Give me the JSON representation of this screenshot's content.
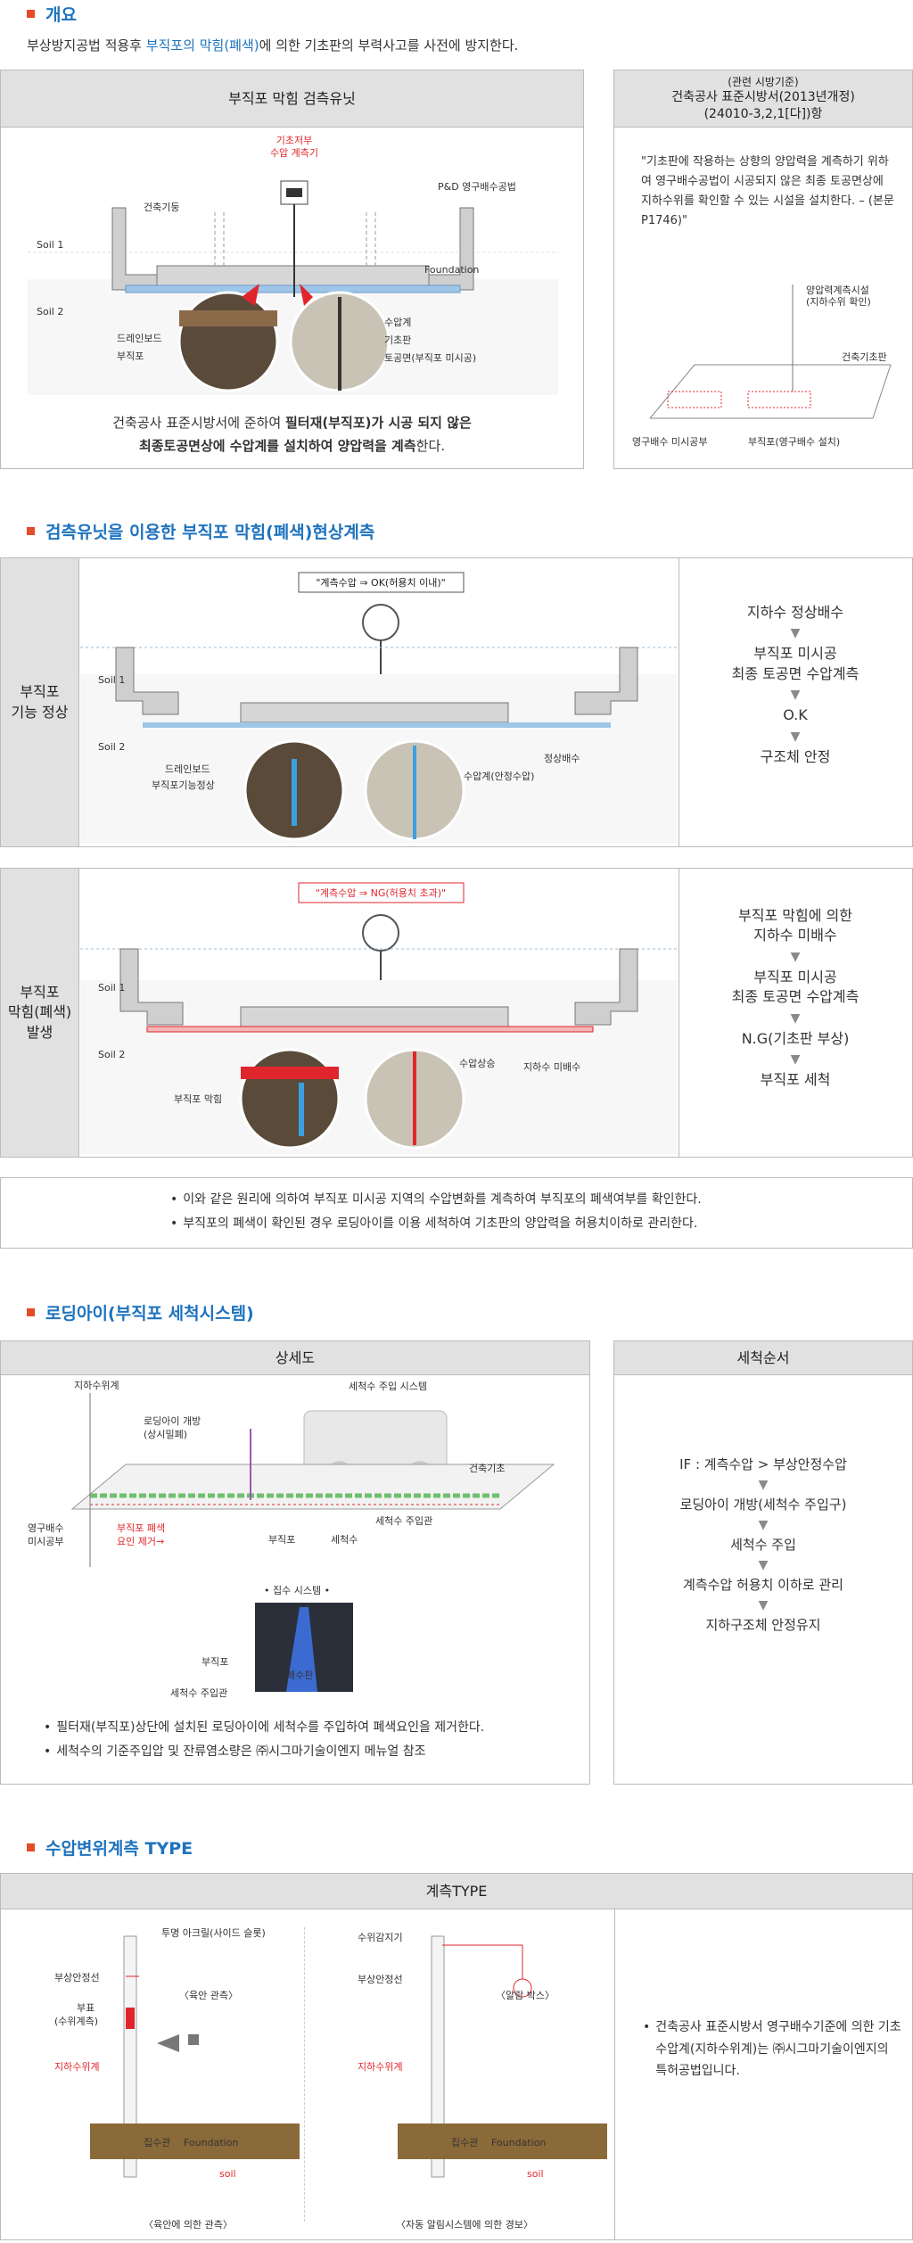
{
  "overview": {
    "title": "개요",
    "intro_prefix": "부상방지공법 적용후 ",
    "intro_highlight": "부직포의 막힘(폐색)",
    "intro_suffix": "에 의한 기초판의 부력사고를 사전에 방지한다.",
    "left_header": "부직포 막힘 검측유닛",
    "diagram_labels": {
      "gauge_line1": "기초저부",
      "gauge_line2": "수압 계측기",
      "column": "건축기둥",
      "pd_method": "P&D 영구배수공법",
      "soil1": "Soil 1",
      "soil2": "Soil 2",
      "foundation": "Foundation",
      "drain_board": "드레인보드",
      "nonwoven": "부직포",
      "piezometer": "수압계",
      "base_slab": "기초판",
      "soil_surface": "토공면(부직포 미시공)"
    },
    "caption_line1_pre": "건축공사 표준시방서에 준하여 ",
    "caption_line1_bold": "필터재(부직포)가 시공 되지 않은",
    "caption_line2_bold": "최종토공면상에 수압계를 설치하여 양압력을 계측",
    "caption_line2_post": "한다.",
    "right_header_line1": "(관련 시방기준)",
    "right_header_line2": "건축공사 표준시방서(2013년개정)",
    "right_header_line3": "(24010-3,2,1[다])항",
    "quote": "\"기초판에 작용하는 상향의 양압력을 계측하기 위하여 영구배수공법이 시공되지 않은 최종 토공면상에 지하수위를 확인할 수 있는 시설을 설치한다. – (본문 P1746)\"",
    "right_labels": {
      "pressure_facility_line1": "양압력계측시설",
      "pressure_facility_line2": "(지하수위 확인)",
      "base_slab": "건축기초판",
      "unbuilt": "영구배수 미시공부",
      "nonwoven": "부직포(영구배수 설치)"
    }
  },
  "measurement": {
    "title": "검측유닛을 이용한 부직포 막힘(폐색)현상계측",
    "normal": {
      "label_line1": "부직포",
      "label_line2": "기능 정상",
      "banner": "\"계측수압 ⇒ OK(허용치 이내)\"",
      "labels": {
        "soil1": "Soil 1",
        "soil2": "Soil 2",
        "drain_board": "드레인보드",
        "nonwoven_ok": "부직포기능정상",
        "piezometer_ok": "수압계(안정수압)",
        "normal_drain": "정상배수"
      },
      "flow": [
        "지하수 정상배수",
        "부직포 미시공\n최종 토공면 수압계측",
        "O.K",
        "구조체 안정"
      ]
    },
    "clogged": {
      "label_line1": "부직포",
      "label_line2": "막힘(폐색)",
      "label_line3": "발생",
      "banner": "\"계측수압 ⇒ NG(허용치 초과)\"",
      "labels": {
        "soil1": "Soil 1",
        "soil2": "Soil 2",
        "nonwoven_clog": "부직포 막힘",
        "pressure_rise": "수압상승",
        "no_drain": "지하수 미배수"
      },
      "flow": [
        "부직포 막힘에 의한\n지하수 미배수",
        "부직포 미시공\n최종 토공면 수압계측",
        "N.G(기초판 부상)",
        "부직포 세척"
      ]
    },
    "notes": [
      "이와 같은 원리에 의하여 부직포 미시공 지역의 수압변화를 계측하여 부직포의 폐색여부를 확인한다.",
      "부직포의 폐색이 확인된 경우 로딩아이를 이용 세척하여 기초판의 양압력을 허용치이하로 관리한다."
    ]
  },
  "loading_eye": {
    "title": "로딩아이(부직포 세척시스템)",
    "detail_header": "상세도",
    "order_header": "세척순서",
    "labels": {
      "water_level_gauge": "지하수위계",
      "wash_system": "세척수 주입 시스템",
      "eye_open_line1": "로딩아이 개방",
      "eye_open_line2": "(상시밀폐)",
      "base": "건축기초",
      "unbuilt_line1": "영구배수",
      "unbuilt_line2": "미시공부",
      "clog_remove_line1": "부직포 폐색",
      "clog_remove_line2": "요인 제거→",
      "nonwoven": "부직포",
      "wash_water": "세척수",
      "wash_pipe": "세척수 주입관",
      "collect_system": "• 집수 시스템 •",
      "nonwoven2": "부직포",
      "drain_plate": "배수판",
      "wash_pipe2": "세척수 주입관"
    },
    "notes": [
      "필터재(부직포)상단에 설치된 로딩아이에 세척수를 주입하여 폐색요인을 제거한다.",
      "세척수의 기준주입압 및 잔류염소량은 ㈜시그마기술이엔지 메뉴얼 참조"
    ],
    "order_flow": [
      "IF : 계측수압 > 부상안정수압",
      "로딩아이 개방(세척수 주입구)",
      "세척수 주입",
      "계측수압 허용치 이하로 관리",
      "지하구조체 안정유지"
    ]
  },
  "type": {
    "title": "수압변위계측 TYPE",
    "header": "계측TYPE",
    "left": {
      "acrylic": "투명 아크릴(사이드 슬롯)",
      "stable_line": "부상안정선",
      "float_line1": "부표",
      "float_line2": "(수위계측)",
      "water_level": "지하수위계",
      "box_label": "〈육안 관측〉",
      "pipe_label": "집수관",
      "foundation": "Foundation",
      "soil": "soil",
      "caption": "〈육안에 의한 관측〉"
    },
    "right": {
      "sensor": "수위감지기",
      "stable_line": "부상안정선",
      "water_level": "지하수위계",
      "box_label": "〈알람 박스〉",
      "pipe_label": "집수관",
      "foundation": "Foundation",
      "soil": "soil",
      "caption": "〈자동 알림시스템에 의한 경보〉"
    },
    "note": "건축공사 표준시방서 영구배수기준에 의한 기초수압계(지하수위계)는 ㈜시그마기술이엔지의 특허공법입니다."
  },
  "colors": {
    "accent_blue": "#1e73be",
    "accent_red": "#e44b26",
    "alert_red": "#e0262c",
    "header_gray": "#e1e1e1"
  }
}
